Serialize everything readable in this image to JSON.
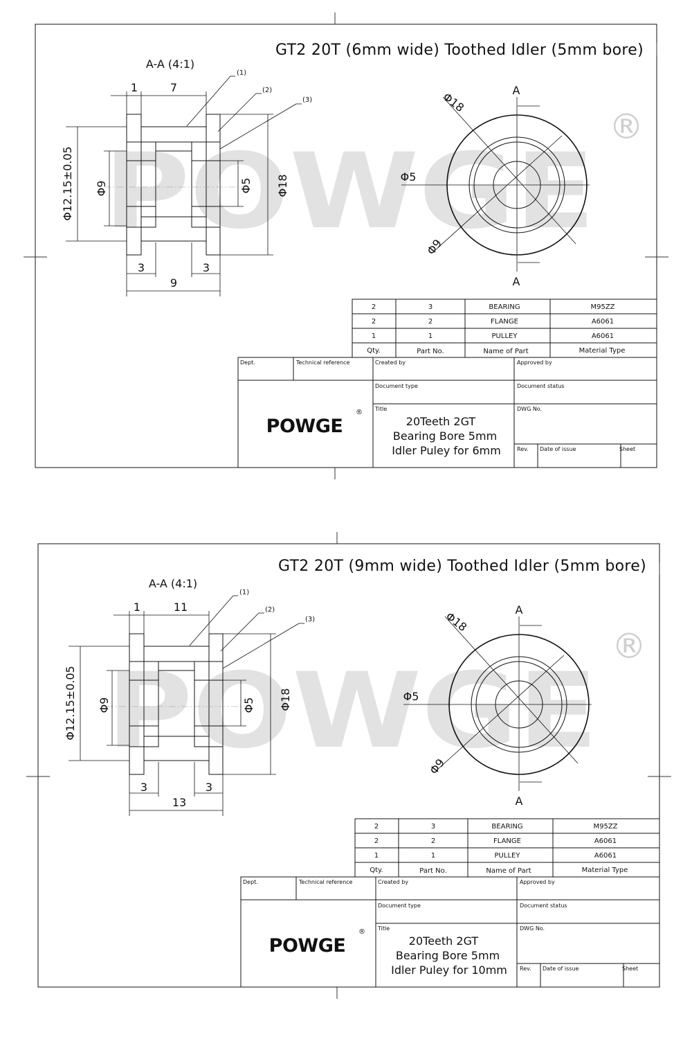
{
  "sheets": [
    {
      "title": "GT2 20T (6mm wide) Toothed Idler (5mm bore)",
      "section_label": "A-A (4:1)",
      "callouts": [
        "(1)",
        "(2)",
        "(3)"
      ],
      "dims": {
        "top_left": "1",
        "top_right": "7",
        "outer_dia": "Φ12.15±0.05",
        "inner_dia": "Φ9",
        "bore": "Φ5",
        "flange": "Φ18",
        "bottom_left": "3",
        "bottom_right": "3",
        "total": "9"
      },
      "front_view": {
        "section_a": "A",
        "dia18": "Φ18",
        "dia5": "Φ5",
        "dia9": "Φ9"
      },
      "watermark": "POWGE",
      "registered": "®",
      "parts_table": {
        "rows": [
          [
            "2",
            "3",
            "BEARING",
            "M95ZZ"
          ],
          [
            "2",
            "2",
            "FLANGE",
            "A6061"
          ],
          [
            "1",
            "1",
            "PULLEY",
            "A6061"
          ]
        ],
        "header": [
          "Qty.",
          "Part No.",
          "Name of Part",
          "Material Type"
        ]
      },
      "title_block": {
        "dept": "Dept.",
        "technical_reference": "Technical reference",
        "created_by": "Created by",
        "approved_by": "Approved by",
        "document_type": "Document type",
        "document_status": "Document status",
        "title_label": "Title",
        "dwg_no": "DWG No.",
        "rev": "Rev.",
        "date_of_issue": "Date of issue",
        "sheet": "Sheet",
        "logo": "POWGE",
        "logo_mark": "®",
        "title_lines": [
          "20Teeth 2GT",
          "Bearing Bore 5mm",
          "Idler Puley for 6mm"
        ]
      }
    },
    {
      "title": "GT2 20T (9mm wide) Toothed Idler (5mm bore)",
      "section_label": "A-A (4:1)",
      "callouts": [
        "(1)",
        "(2)",
        "(3)"
      ],
      "dims": {
        "top_left": "1",
        "top_right": "11",
        "outer_dia": "Φ12.15±0.05",
        "inner_dia": "Φ9",
        "bore": "Φ5",
        "flange": "Φ18",
        "bottom_left": "3",
        "bottom_right": "3",
        "total": "13"
      },
      "front_view": {
        "section_a": "A",
        "dia18": "Φ18",
        "dia5": "Φ5",
        "dia9": "Φ9"
      },
      "watermark": "POWGE",
      "registered": "®",
      "parts_table": {
        "rows": [
          [
            "2",
            "3",
            "BEARING",
            "M95ZZ"
          ],
          [
            "2",
            "2",
            "FLANGE",
            "A6061"
          ],
          [
            "1",
            "1",
            "PULLEY",
            "A6061"
          ]
        ],
        "header": [
          "Qty.",
          "Part No.",
          "Name of Part",
          "Material Type"
        ]
      },
      "title_block": {
        "dept": "Dept.",
        "technical_reference": "Technical reference",
        "created_by": "Created by",
        "approved_by": "Approved by",
        "document_type": "Document type",
        "document_status": "Document status",
        "title_label": "Title",
        "dwg_no": "DWG No.",
        "rev": "Rev.",
        "date_of_issue": "Date of issue",
        "sheet": "Sheet",
        "logo": "POWGE",
        "logo_mark": "®",
        "title_lines": [
          "20Teeth 2GT",
          "Bearing Bore 5mm",
          "Idler Puley for 10mm"
        ]
      }
    }
  ]
}
